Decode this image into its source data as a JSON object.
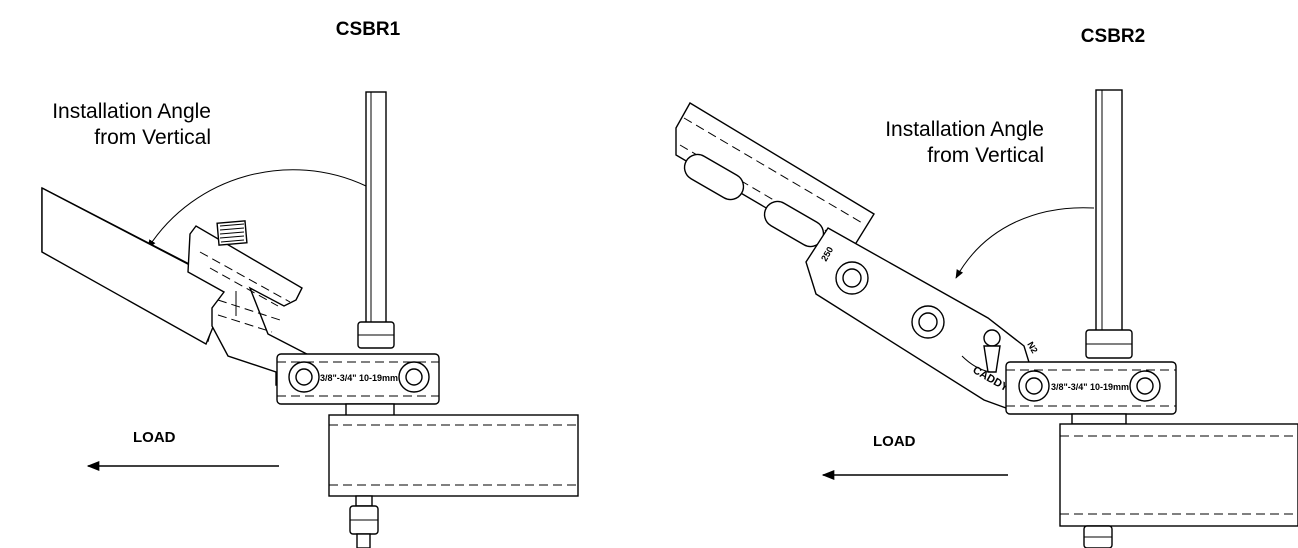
{
  "figures": [
    {
      "title": "CSBR1",
      "angle_label_line1": "Installation Angle",
      "angle_label_line2": "from Vertical",
      "load_label": "LOAD",
      "clamp_size_label": "3/8\"-3/4\" 10-19mm"
    },
    {
      "title": "CSBR2",
      "angle_label_line1": "Installation Angle",
      "angle_label_line2": "from Vertical",
      "load_label": "LOAD",
      "clamp_size_label": "3/8\"-3/4\" 10-19mm",
      "bracket_mark_top": "250",
      "bracket_mark_side": "N2",
      "brand_mark": "CADDY"
    }
  ],
  "colors": {
    "line": "#000000",
    "background": "#ffffff"
  }
}
